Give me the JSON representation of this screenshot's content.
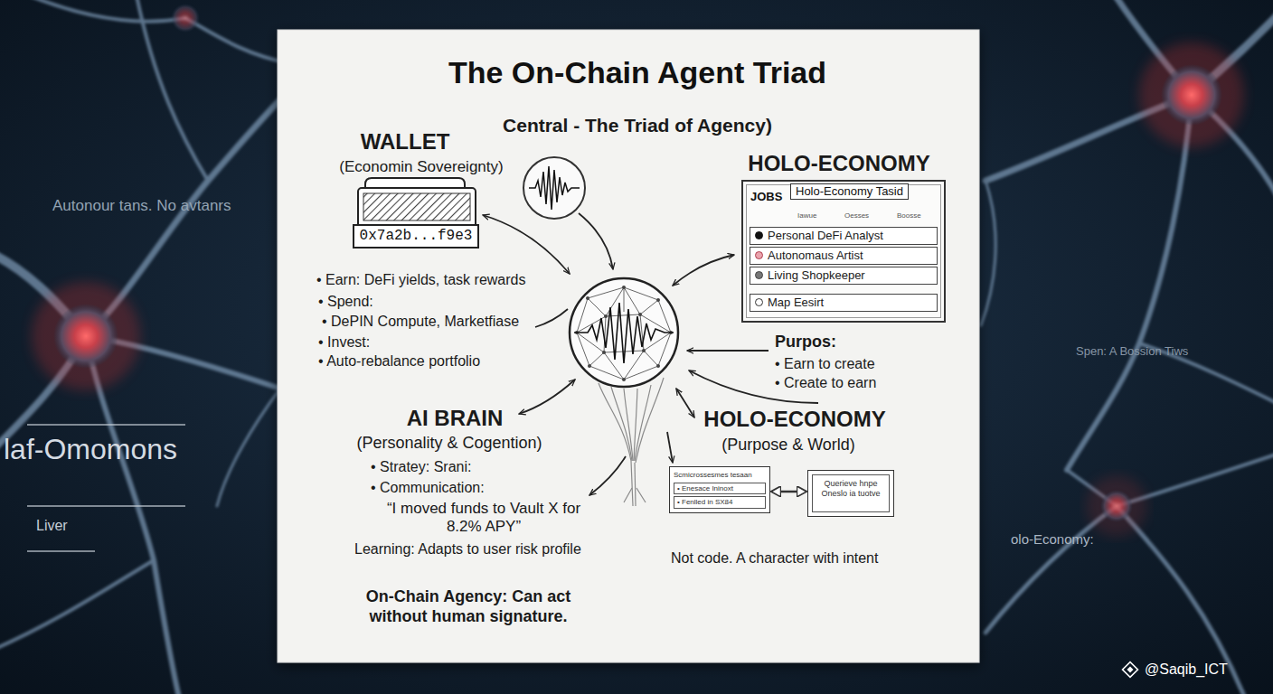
{
  "diagram": {
    "title": "The On-Chain Agent Triad",
    "nodes": [
      {
        "text": [
          "0x7a2b...f9e3"
        ]
      },
      {
        "text": [
          "JOBS",
          "Iawue",
          "Oesses",
          "Boosse"
        ]
      },
      {
        "text": [
          "Holo-Economy Tasid"
        ],
        "in": 1
      },
      {
        "text": [
          "Personal DeFi Analyst"
        ],
        "in": 1
      },
      {
        "text": [
          "Autonomaus Artist"
        ],
        "in": 1
      },
      {
        "text": [
          "Living Shopkeeper"
        ],
        "in": 1
      },
      {
        "text": [
          "Map Eesirt"
        ],
        "in": 1
      },
      {
        "text": [
          "Scmicrossesmes tesaan",
          "• Enesace Ininoxt",
          "• Fenlled in SX84"
        ]
      },
      {
        "text": [
          "Querieve hnpe Oneslo ia tuotve"
        ]
      }
    ],
    "edges": [
      {
        "from": 7,
        "to": 8,
        "arrow": "both"
      }
    ],
    "labels": [
      "Central - The Triad of Agency)",
      "WALLET",
      "(Economin Sovereignty)",
      "• Earn: DeFi yields, task rewards",
      "• Spend:",
      "• DePIN Compute, Marketfiase",
      "• Invest:",
      "• Auto-rebalance portfolio",
      "HOLO-ECONOMY",
      "Purpos:",
      "• Earn to create",
      "• Create to earn",
      "AI BRAIN",
      "(Personality & Cogention)",
      "• Stratey: Srani:",
      "• Communication:",
      "“I moved funds to Vault X for 8.2% APY”",
      "Learning: Adapts to user risk profile",
      "HOLO-ECONOMY",
      "(Purpose & World)",
      "Not code. A character with intent",
      "On-Chain Agency: Can act without human signature.",
      "Autonour tans. No avtanrs",
      "laf-Omomons",
      "Liver",
      "Spen: A Bossion Tiws",
      "olo-Economy:",
      "@Saqib_ICT"
    ]
  }
}
